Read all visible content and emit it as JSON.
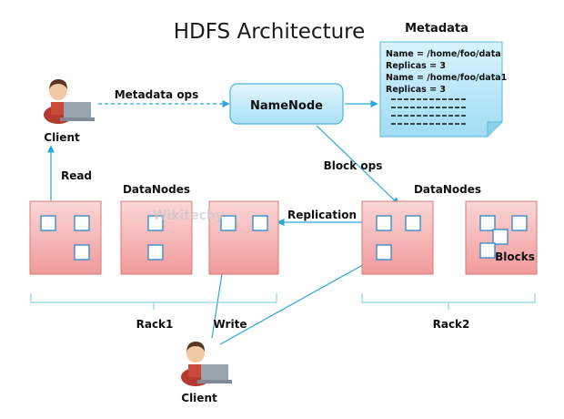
{
  "title": "HDFS Architecture",
  "metadata": {
    "heading": "Metadata",
    "lines": [
      "Name = /home/foo/data",
      "Replicas = 3",
      "Name = /home/foo/data1",
      "Replicas = 3"
    ]
  },
  "namenode": {
    "label": "NameNode"
  },
  "clients": {
    "top": "Client",
    "bottom": "Client"
  },
  "edges": {
    "metadata_ops": "Metadata ops",
    "block_ops": "Block ops",
    "read": "Read",
    "write": "Write",
    "replication": "Replication"
  },
  "groups": {
    "left_datanodes": "DataNodes",
    "right_datanodes": "DataNodes",
    "rack1": "Rack1",
    "rack2": "Rack2",
    "blocks": "Blocks"
  },
  "watermark": "Wikitechy",
  "colors": {
    "datanode_fill": "#f6b8b8",
    "datanode_border": "#d97a7a",
    "namenode_fill": "#c6ecf8",
    "arrow": "#2aa7dc",
    "block_border": "#3a8fc7"
  }
}
